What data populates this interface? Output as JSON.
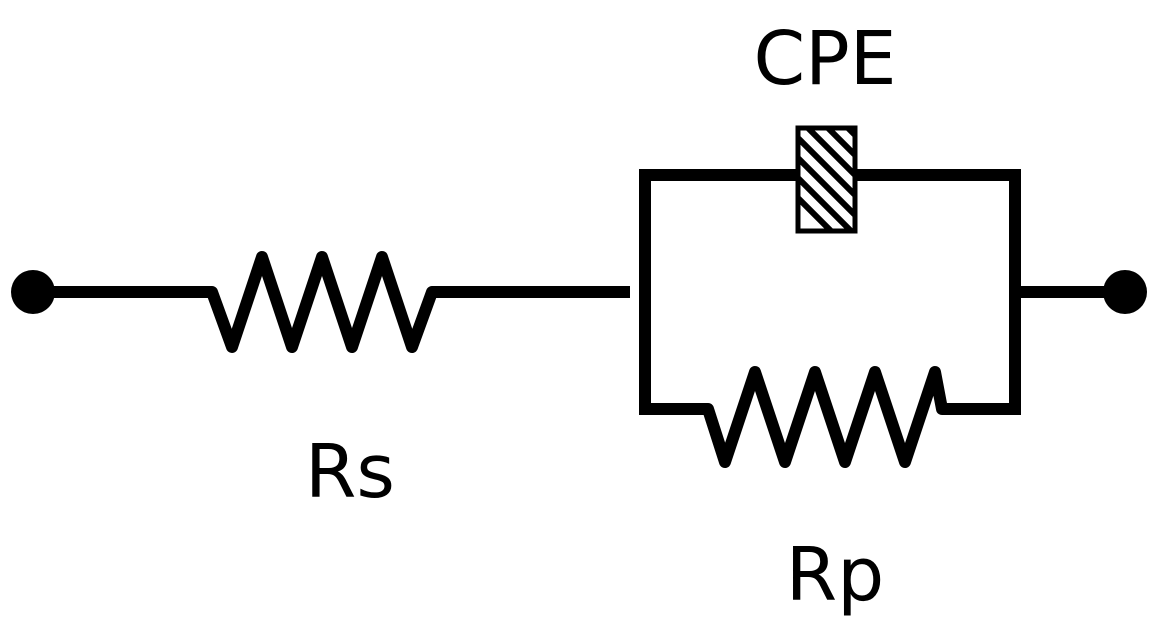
{
  "diagram": {
    "type": "equivalent-circuit",
    "labels": {
      "cpe": "CPE",
      "rs": "Rs",
      "rp": "Rp"
    },
    "colors": {
      "stroke": "#000000",
      "background": "#ffffff"
    }
  }
}
